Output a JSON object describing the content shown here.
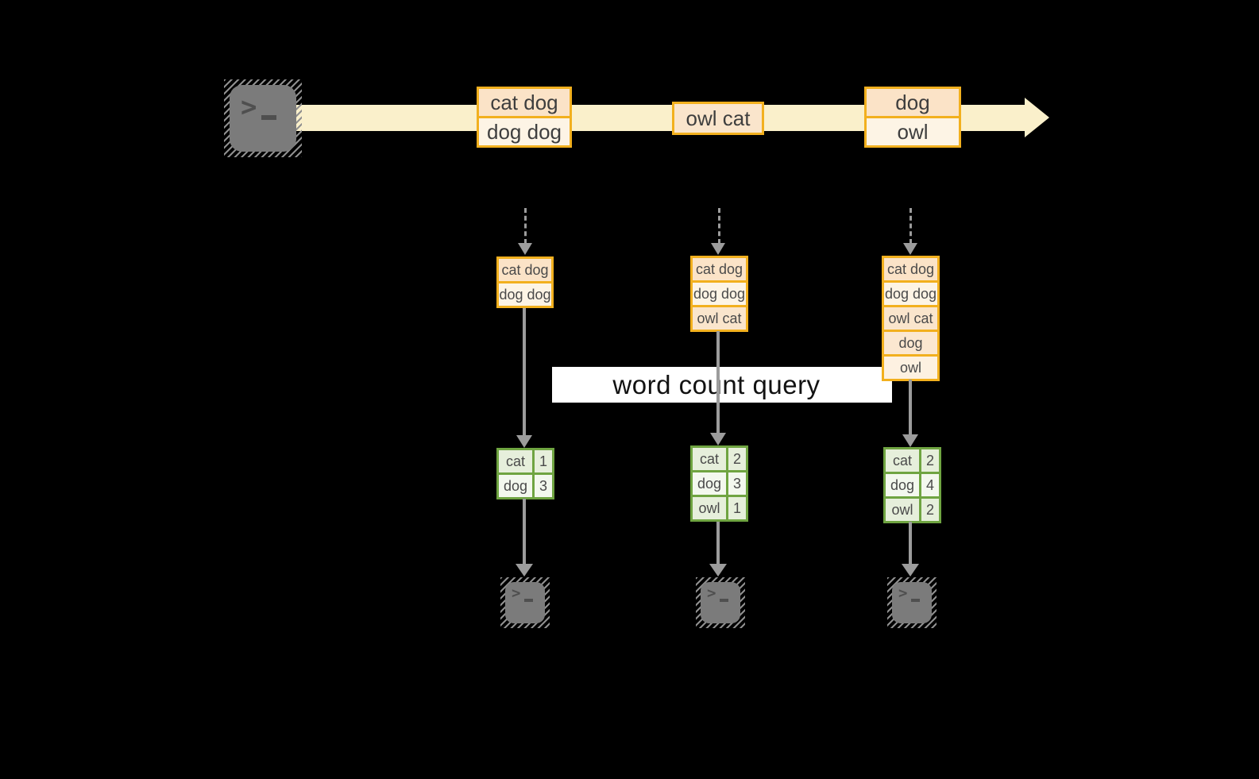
{
  "title_label": "word count query",
  "terminal_glyph": ">",
  "stream": {
    "batches": [
      {
        "lines": [
          "cat dog",
          "dog dog"
        ]
      },
      {
        "lines": [
          "owl cat"
        ]
      },
      {
        "lines": [
          "dog",
          "owl"
        ]
      }
    ]
  },
  "columns": [
    {
      "stack": [
        "cat dog",
        "dog dog"
      ],
      "counts": [
        {
          "word": "cat",
          "count": "1"
        },
        {
          "word": "dog",
          "count": "3"
        }
      ]
    },
    {
      "stack": [
        "cat dog",
        "dog dog",
        "owl cat"
      ],
      "counts": [
        {
          "word": "cat",
          "count": "2"
        },
        {
          "word": "dog",
          "count": "3"
        },
        {
          "word": "owl",
          "count": "1"
        }
      ]
    },
    {
      "stack": [
        "cat dog",
        "dog dog",
        "owl cat",
        "dog",
        "owl"
      ],
      "counts": [
        {
          "word": "cat",
          "count": "2"
        },
        {
          "word": "dog",
          "count": "4"
        },
        {
          "word": "owl",
          "count": "2"
        }
      ]
    }
  ],
  "colors": {
    "amber_border": "#F2B01E",
    "peach_fill": "#FBE3C7",
    "cream_fill": "#FDF4E5",
    "stream_band": "#FAF0CB",
    "green_border": "#6FA441",
    "green_row_dark": "#E6EFDB",
    "green_row_light": "#F3F8EE",
    "arrow_gray": "#9C9C9C",
    "terminal_gray": "#7B7B7B",
    "query_box_bg": "#FFFFFF"
  }
}
